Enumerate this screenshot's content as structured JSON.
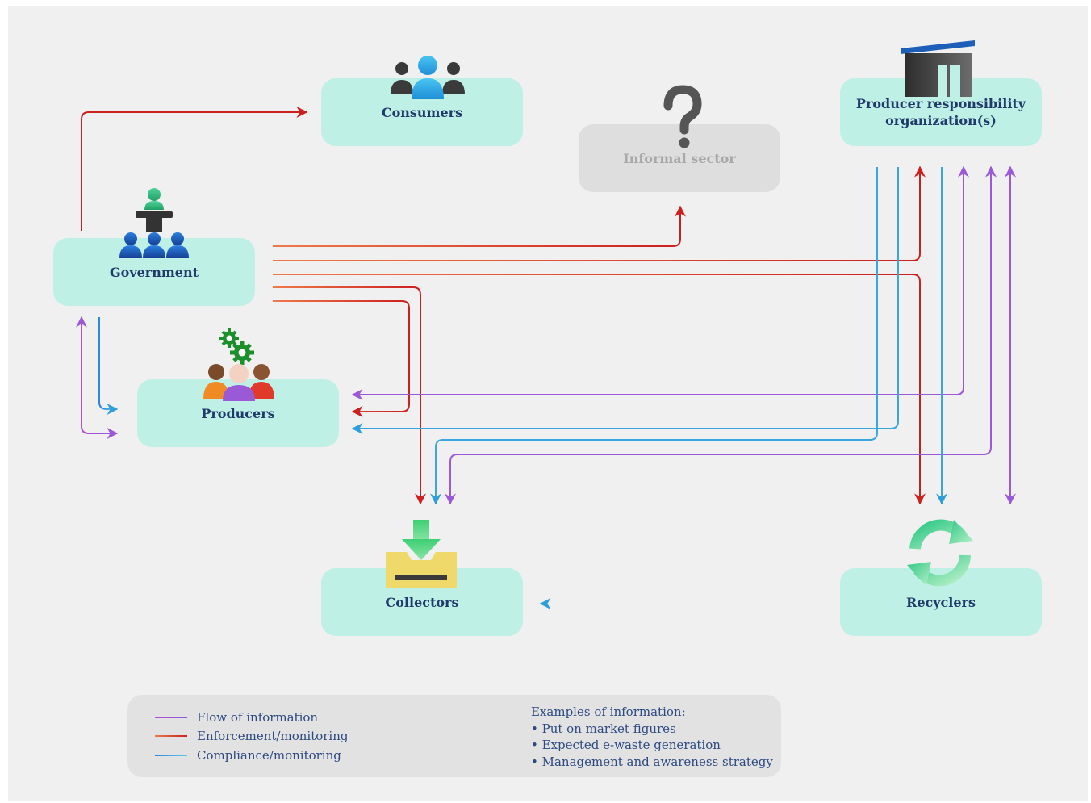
{
  "nodes": {
    "consumers": "Consumers",
    "informal": "Informal sector",
    "pro_line1": "Producer responsibility",
    "pro_line2": "organization(s)",
    "government": "Government",
    "producers": "Producers",
    "collectors": "Collectors",
    "recyclers": "Recyclers"
  },
  "legend": {
    "items": [
      {
        "label": "Flow of information",
        "color": "#9b59d9"
      },
      {
        "label": "Enforcement/monitoring",
        "color": "#d9382c"
      },
      {
        "label": "Compliance/monitoring",
        "color": "#3aa6dd"
      }
    ],
    "examples_title": "Examples of information:",
    "examples": [
      "• Put on market figures",
      "• Expected e-waste generation",
      "• Management and awareness strategy"
    ]
  },
  "colors": {
    "node_fill": "#bff0e6",
    "node_text": "#1f3a6b",
    "information": "#9b59d9",
    "enforcement": "#d9382c",
    "compliance": "#3aa6dd"
  }
}
